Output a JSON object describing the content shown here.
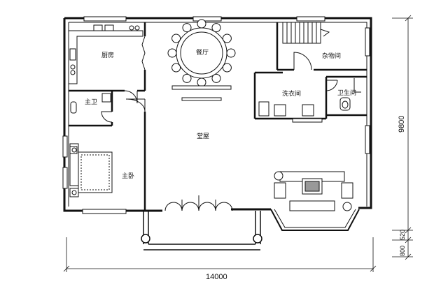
{
  "rooms": {
    "kitchen": "厨房",
    "dining": "餐厅",
    "storage": "杂物间",
    "laundry": "洗衣间",
    "bathroom": "卫生间",
    "master_bath": "主卫",
    "living": "堂屋",
    "master_bedroom": "主卧"
  },
  "dimensions": {
    "width": "14000",
    "depth": "9800",
    "porch": "800",
    "step": "520"
  }
}
